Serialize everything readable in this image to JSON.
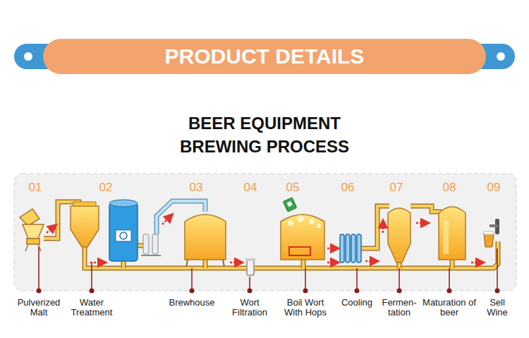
{
  "diagram": {
    "title": "BEER EQUIPMENT BREWING PROCESS",
    "nodes": [
      {
        "text": [
          "PRODUCT DETAILS"
        ]
      }
    ],
    "labels": [
      "01",
      "02",
      "03",
      "04",
      "05",
      "06",
      "07",
      "08",
      "09",
      "Pulverized Malt",
      "Water Treatment",
      "Brewhouse",
      "Wort Filtration",
      "Boil Wort With Hops",
      "Cooling",
      "Fermen- tation",
      "Maturation of beer",
      "Sell Wine"
    ]
  }
}
